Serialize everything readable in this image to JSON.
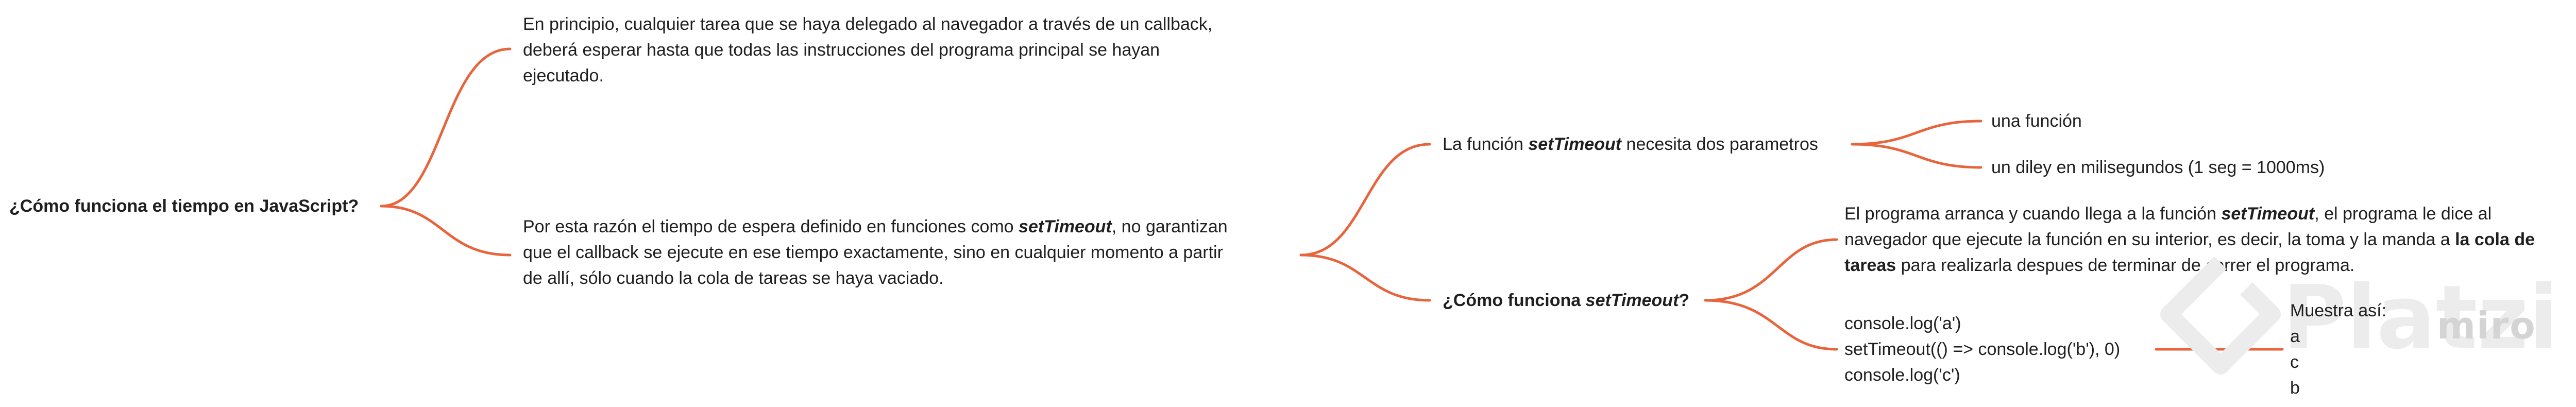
{
  "colors": {
    "connector": "#e8643c",
    "watermark": "#ececec",
    "text": "#1f1f1f"
  },
  "root": {
    "text": "¿Cómo funciona el tiempo en JavaScript?"
  },
  "branch1": {
    "lines": [
      "En principio, cualquier tarea que se haya delegado al navegador a través de un callback,",
      "deberá esperar hasta que todas las instrucciones del programa principal se hayan",
      "ejecutado."
    ]
  },
  "branch2": {
    "line1_before": "Por esta razón el tiempo de espera definido en funciones como ",
    "line1_bold": "setTimeout",
    "line1_after": ", no garantizan",
    "line2": "que el callback se ejecute en ese tiempo exactamente, sino en cualquier momento a partir",
    "line3": "de allí, sólo cuando la cola de tareas se haya vaciado."
  },
  "params_node": {
    "before": "La función ",
    "bold": "setTimeout",
    "after": " necesita dos parametros"
  },
  "param1": {
    "text": "una función"
  },
  "param2": {
    "text": "un diley en milisegundos (1 seg = 1000ms)"
  },
  "how_node": {
    "before": "¿Cómo funciona ",
    "bold": "setTimeout",
    "after": "?"
  },
  "explain": {
    "line1_before": "El programa arranca y cuando llega a la función ",
    "line1_bold": "setTimeout",
    "line1_after": ", el programa le dice al",
    "line2_before": "navegador que ejecute la función en su interior, es decir, la toma y la manda a ",
    "line2_bold": "la cola de",
    "line3_bold": "tareas",
    "line3_after": " para realizarla despues de terminar de correr el programa."
  },
  "code": {
    "lines": [
      "console.log('a')",
      "setTimeout(() => console.log('b'), 0)",
      "console.log('c')"
    ]
  },
  "output": {
    "title": "Muestra así:",
    "lines": [
      "a",
      "c",
      "b"
    ]
  },
  "watermark": {
    "brand": "Platzi",
    "tool": "miro"
  }
}
